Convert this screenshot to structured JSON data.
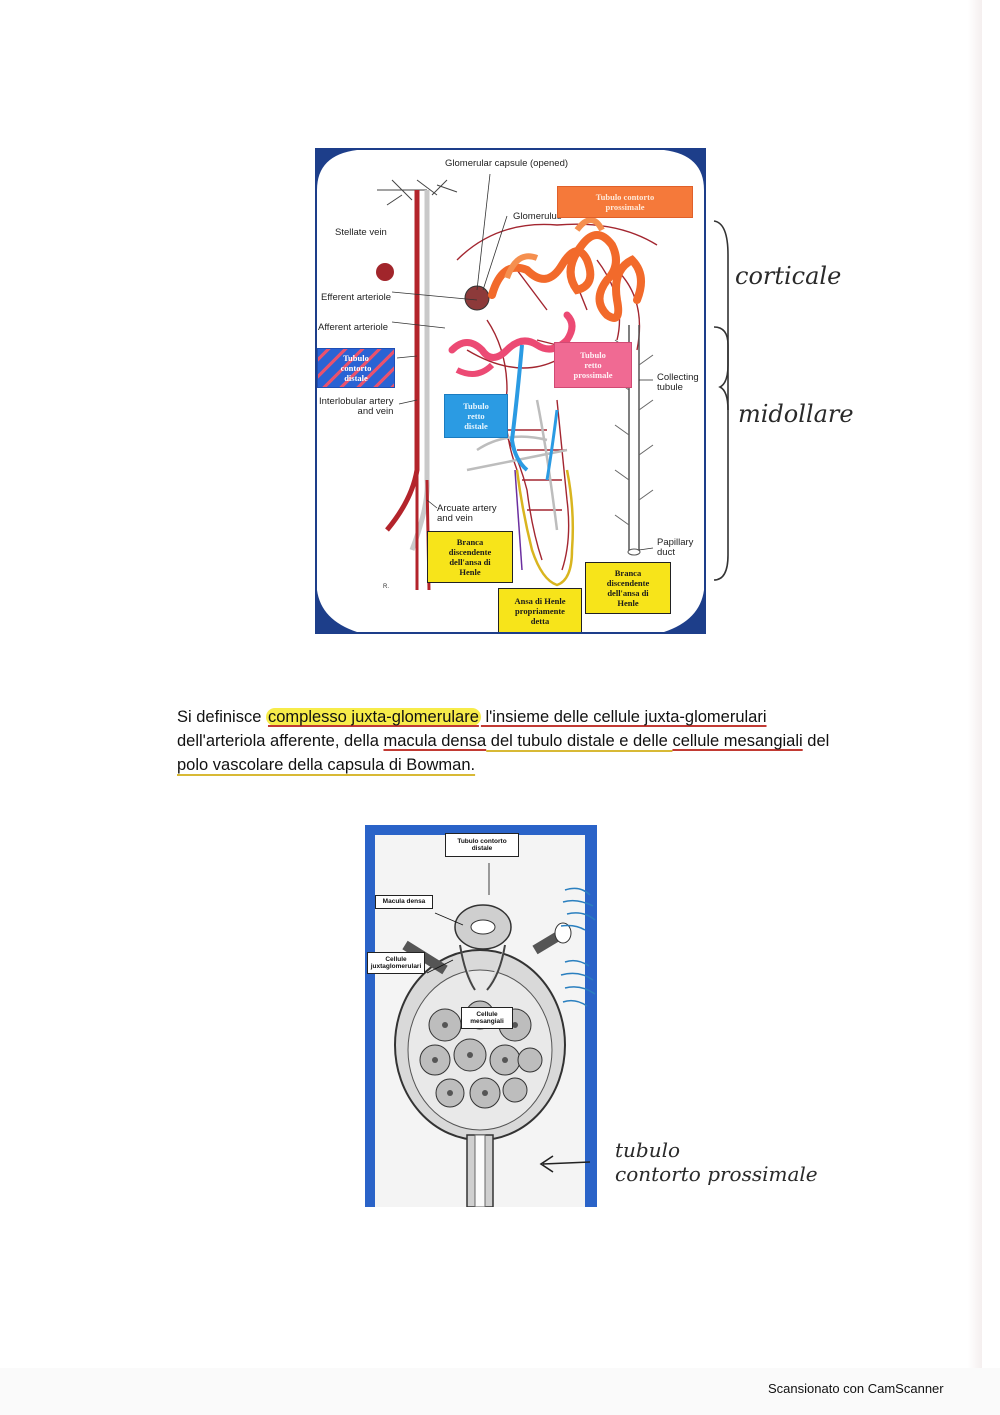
{
  "figure1": {
    "labels": {
      "glomerular_capsule": "Glomerular capsule (opened)",
      "glomerulus": "Glomerulus",
      "stellate_vein": "Stellate vein",
      "efferent_arteriole": "Efferent arteriole",
      "afferent_arteriole": "Afferent arteriole",
      "interlobular": "Interlobular artery\nand vein",
      "collecting_tubule": "Collecting\ntubule",
      "arcuate": "Arcuate artery\nand vein",
      "papillary_duct": "Papillary\nduct"
    },
    "boxes": {
      "tubulo_contorto_prossimale": "Tubulo contorto\nprossimale",
      "tubulo_contorto_distale": "Tubulo\ncontorto\ndistale",
      "tubulo_retto_prossimale": "Tubulo\nretto\nprossimale",
      "tubulo_retto_distale": "Tubulo\nretto\ndistale",
      "branca_discendente_left": "Branca\ndiscendente\ndell'ansa di\nHenle",
      "branca_discendente_right": "Branca\ndiscendente\ndell'ansa di\nHenle",
      "ansa_di_henle": "Ansa di Henle\npropriamente\ndetta"
    },
    "annotations": {
      "corticale": "corticale",
      "midollare": "midollare"
    }
  },
  "paragraph": {
    "line1_a": "Si definisce ",
    "line1_hl": "complesso juxta-glomerulare",
    "line1_b": " l'insieme delle cellule juxta-glomerulari",
    "line2_a": "dell'arteriola afferente, della ",
    "line2_ul1": "macula densa",
    "line2_b": " del tubulo distale e delle ",
    "line2_ul2": "cellule mesangiali",
    "line2_c": " del",
    "line3": "polo vascolare della capsula di Bowman."
  },
  "figure2": {
    "labels": {
      "tubulo_contorto_distale": "Tubulo contorto\ndistale",
      "macula_densa": "Macula densa",
      "cellule_juxtaglomerulari": "Cellule\njuxtaglomerulari",
      "cellule_mesangiali": "Cellule\nmesangiali"
    },
    "annotation": "tubulo\ncontorto prossimale"
  },
  "footer": "Scansionato con CamScanner"
}
